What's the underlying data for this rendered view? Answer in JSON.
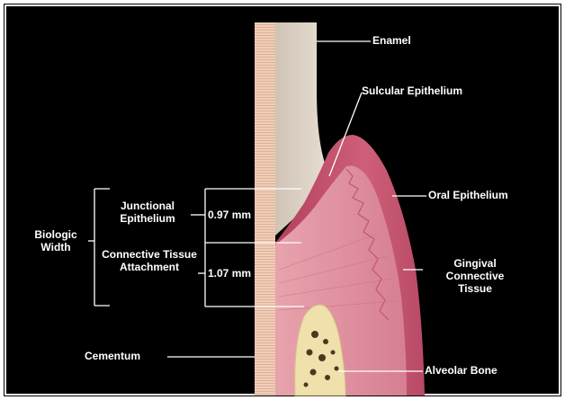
{
  "labels": {
    "enamel": "Enamel",
    "sulcular_epithelium": "Sulcular Epithelium",
    "oral_epithelium": "Oral Epithelium",
    "gingival_connective_tissue": "Gingival Connective Tissue",
    "alveolar_bone": "Alveolar Bone",
    "cementum": "Cementum",
    "biologic_width": "Biologic Width",
    "junctional_epithelium": "Junctional Epithelium",
    "connective_tissue_attachment": "Connective Tissue Attachment",
    "je_measure": "0.97 mm",
    "cta_measure": "1.07 mm"
  },
  "colors": {
    "background": "#000000",
    "enamel": "#ddd3c6",
    "root": "#f2d2bf",
    "gingiva": "#c95772",
    "connective_tissue": "#de8e9c",
    "bone": "#efe2b2",
    "bone_marrow": "#4a3820"
  }
}
